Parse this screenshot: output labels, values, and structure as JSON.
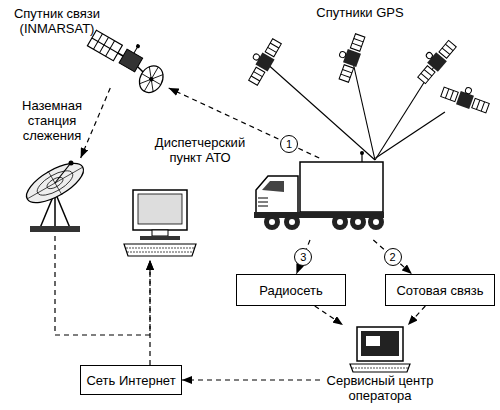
{
  "diagram": {
    "nodes": [
      {
        "text": [
          "Спутник связи (INMARSAT)"
        ]
      },
      {
        "text": [
          "Спутники GPS"
        ]
      },
      {
        "text": [
          "Наземная станция слежения"
        ]
      },
      {
        "text": [
          "Диспетчерский пункт АТО"
        ]
      },
      {
        "text": []
      },
      {
        "text": [
          "Радиосеть"
        ]
      },
      {
        "text": [
          "Сотовая связь"
        ]
      },
      {
        "text": [
          "Сеть Интернет"
        ]
      },
      {
        "text": [
          "Сервисный центр оператора"
        ]
      }
    ],
    "edges": [
      {
        "from": 4,
        "to": 0,
        "arrow": "to",
        "label": "1"
      },
      {
        "from": 4,
        "to": 1,
        "arrow": "none"
      },
      {
        "from": 0,
        "to": 2,
        "arrow": "to"
      },
      {
        "from": 2,
        "to": 3,
        "arrow": "to"
      },
      {
        "from": 7,
        "to": 3,
        "arrow": "to"
      },
      {
        "from": 4,
        "to": 5,
        "arrow": "to",
        "label": "3"
      },
      {
        "from": 4,
        "to": 6,
        "arrow": "to",
        "label": "2"
      },
      {
        "from": 5,
        "to": 8,
        "arrow": "to"
      },
      {
        "from": 6,
        "to": 8,
        "arrow": "to"
      },
      {
        "from": 8,
        "to": 7,
        "arrow": "to"
      }
    ]
  }
}
